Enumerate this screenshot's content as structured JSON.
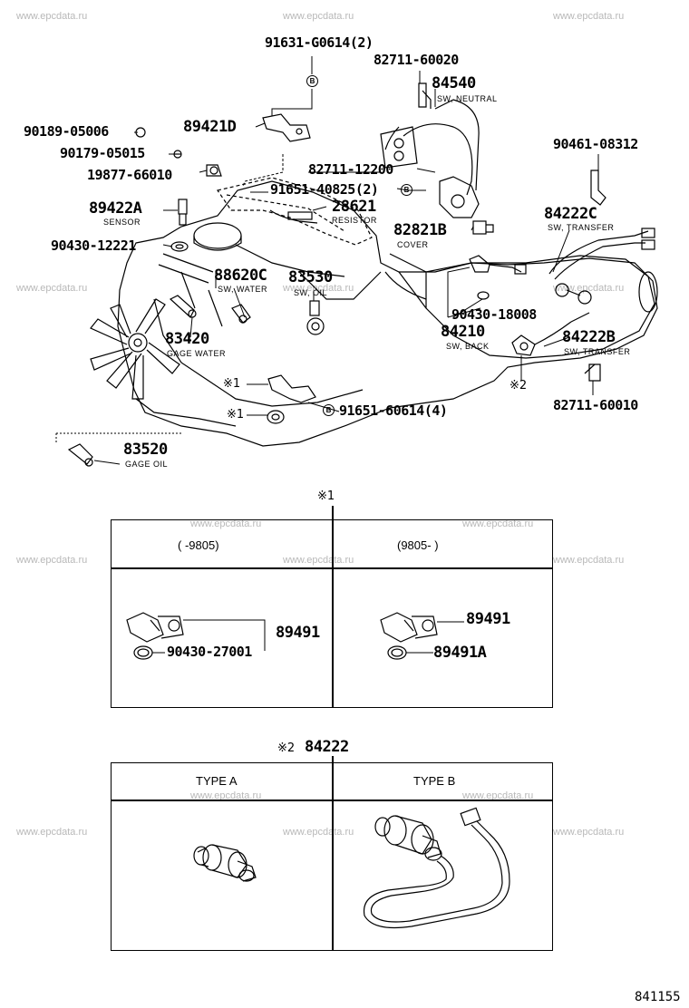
{
  "watermark": "www.epcdata.ru",
  "diagram_code": "841155",
  "circle_b": "B",
  "parts": {
    "p_91631": "91631-G0614(2)",
    "p_82711_60020": "82711-60020",
    "p_84540": "84540",
    "p_90189": "90189-05006",
    "p_89421d": "89421D",
    "p_90179": "90179-05015",
    "p_19877": "19877-66010",
    "p_82711_12200": "82711-12200",
    "p_91651_40825": "91651-40825(2)",
    "p_90461": "90461-08312",
    "p_28621": "28621",
    "p_89422a": "89422A",
    "p_84222c": "84222C",
    "p_82821b": "82821B",
    "p_90430_12221": "90430-12221",
    "p_88620c": "88620C",
    "p_83530": "83530",
    "p_90430_18008": "90430-18008",
    "p_84210": "84210",
    "p_83420": "83420",
    "p_84222b": "84222B",
    "p_91651_60614": "91651-60614(4)",
    "p_82711_60010": "82711-60010",
    "p_83520": "83520",
    "p_89491_left": "89491",
    "p_90430_27001": "90430-27001",
    "p_89491_right": "89491",
    "p_89491a": "89491A",
    "p_84222": "84222"
  },
  "captions": {
    "sw_neutral": "SW, NEUTRAL",
    "resistor": "RESISTOR",
    "sensor": "SENSOR",
    "sw_transfer_top": "SW, TRANSFER",
    "cover": "COVER",
    "sw_water": "SW, WATER",
    "sw_oil": "SW, OIL",
    "sw_back": "SW, BACK",
    "gage_water": "GAGE WATER",
    "sw_transfer_bottom": "SW, TRANSFER",
    "gage_oil": "GAGE OIL"
  },
  "refs": {
    "note1": "※1",
    "note2": "※2"
  },
  "table1": {
    "ref": "※1",
    "left_header": "(      -9805)",
    "right_header": "(9805-       )"
  },
  "table2": {
    "ref": "※2",
    "left_header": "TYPE  A",
    "right_header": "TYPE  B"
  }
}
